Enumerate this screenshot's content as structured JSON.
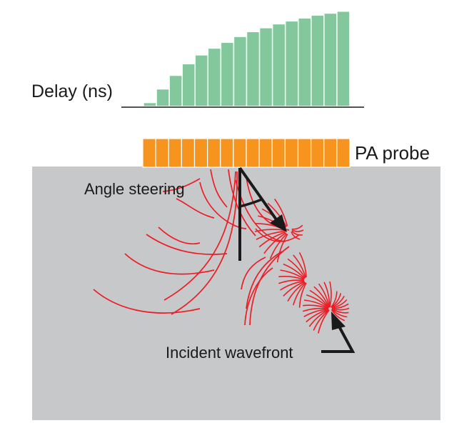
{
  "labels": {
    "delay": "Delay (ns)",
    "probe": "PA probe",
    "angle": "Angle steering",
    "wavefront": "Incident wavefront"
  },
  "delay_profile": {
    "element_count": 16,
    "relative_delays": [
      0.04,
      0.18,
      0.32,
      0.44,
      0.53,
      0.6,
      0.66,
      0.72,
      0.77,
      0.81,
      0.85,
      0.88,
      0.91,
      0.94,
      0.96,
      0.98
    ]
  },
  "probe": {
    "element_count": 16
  },
  "colors": {
    "delay_bars": "#83c89d",
    "probe": "#f7941d",
    "medium": "#c7c8ca",
    "wavefront": "#ee1c25",
    "annotation": "#1a1a1a"
  }
}
